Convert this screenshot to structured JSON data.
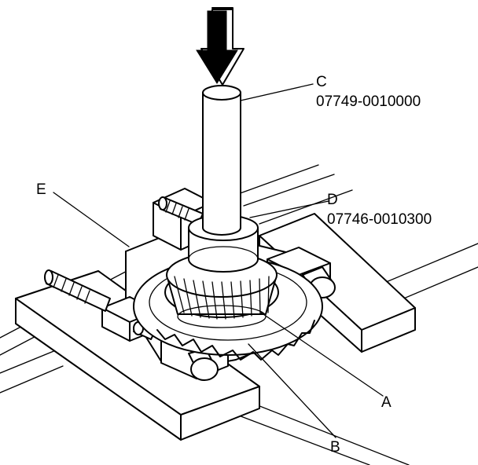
{
  "callouts": [
    {
      "letter": "A",
      "part_number": ""
    },
    {
      "letter": "B",
      "part_number": ""
    },
    {
      "letter": "C",
      "part_number": "07749-0010000"
    },
    {
      "letter": "D",
      "part_number": "07746-0010300"
    },
    {
      "letter": "E",
      "part_number": ""
    }
  ]
}
